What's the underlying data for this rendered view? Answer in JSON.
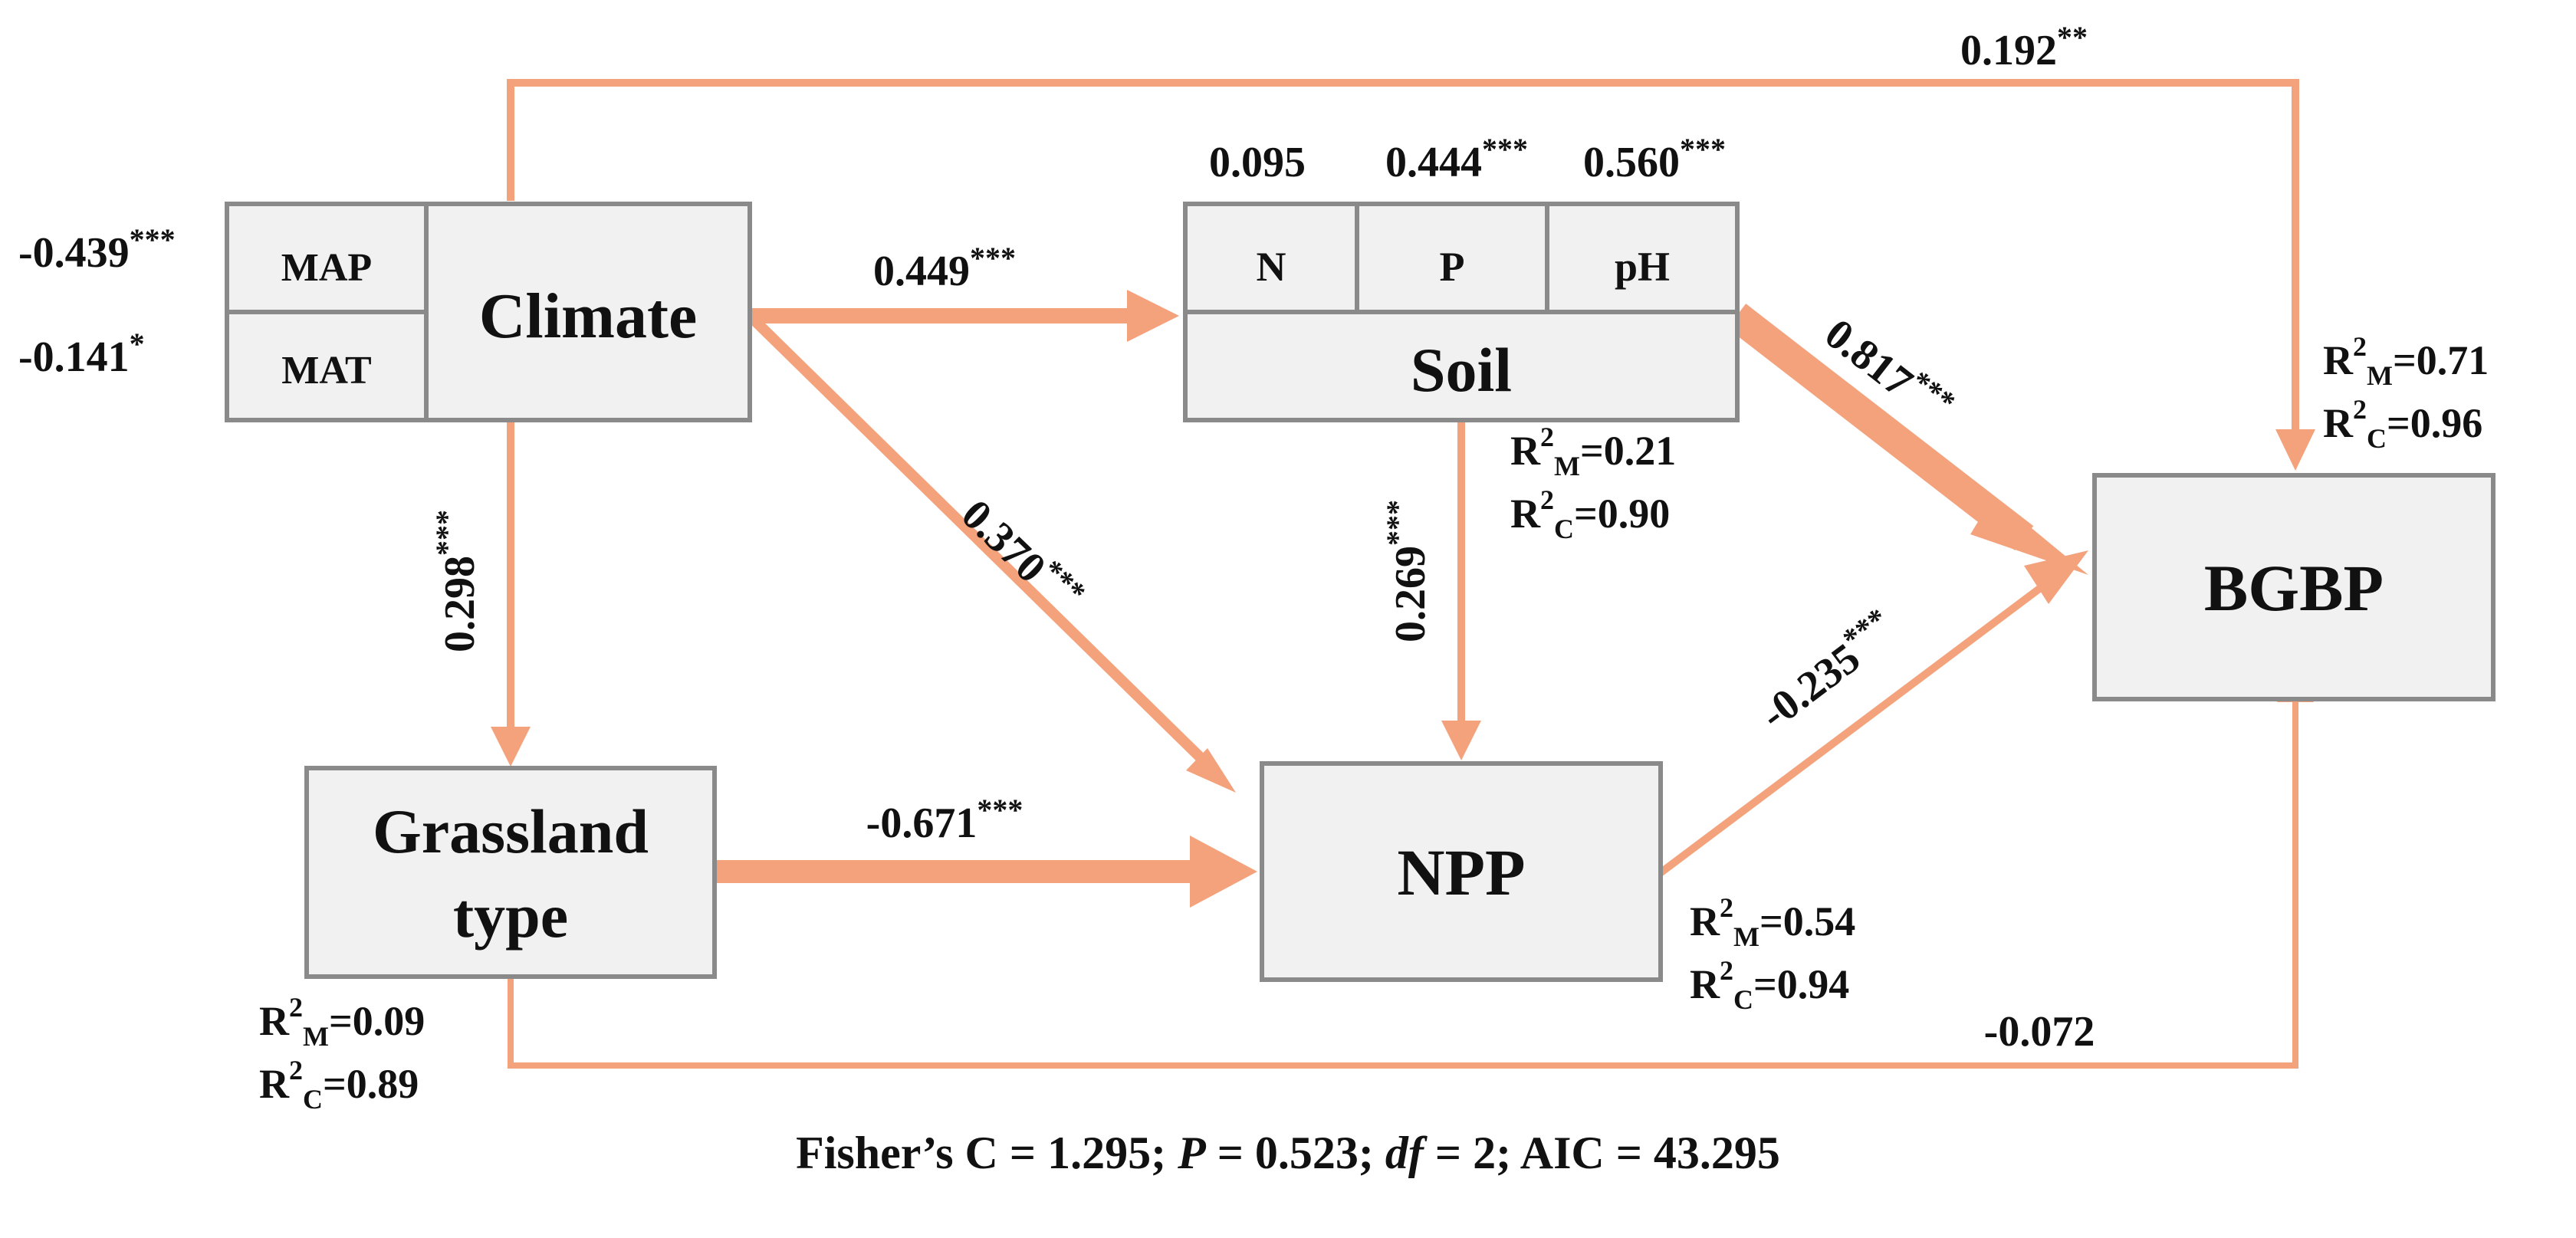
{
  "colors": {
    "arrow": "#f4a27c",
    "box_fill": "#f1f1f1",
    "box_stroke": "#8a8a8a",
    "text": "#111111"
  },
  "nodes": {
    "climate": {
      "label": "Climate",
      "sub": [
        "MAP",
        "MAT"
      ]
    },
    "soil": {
      "label": "Soil",
      "sub": [
        "N",
        "P",
        "pH"
      ]
    },
    "grassland": {
      "label_line1": "Grassland",
      "label_line2": "type"
    },
    "npp": {
      "label": "NPP"
    },
    "bgbp": {
      "label": "BGBP"
    }
  },
  "edges": [
    {
      "id": "climate-bgbp",
      "coef": "0.192",
      "sig": "**"
    },
    {
      "id": "climate-soil",
      "coef": "0.449",
      "sig": "***"
    },
    {
      "id": "climate-npp",
      "coef": "0.370",
      "sig": "***"
    },
    {
      "id": "climate-grassland",
      "coef": "0.298",
      "sig": "***"
    },
    {
      "id": "soil-npp",
      "coef": "0.269",
      "sig": "***"
    },
    {
      "id": "soil-bgbp",
      "coef": "0.817",
      "sig": "***"
    },
    {
      "id": "grassland-npp",
      "coef": "-0.671",
      "sig": "***"
    },
    {
      "id": "npp-bgbp",
      "coef": "-0.235",
      "sig": "***"
    },
    {
      "id": "grassland-bgbp",
      "coef": "-0.072",
      "sig": ""
    }
  ],
  "loadings": {
    "MAP": {
      "coef": "-0.439",
      "sig": "***"
    },
    "MAT": {
      "coef": "-0.141",
      "sig": "*"
    },
    "N": {
      "coef": "0.095",
      "sig": ""
    },
    "P": {
      "coef": "0.444",
      "sig": "***"
    },
    "pH": {
      "coef": "0.560",
      "sig": "***"
    }
  },
  "r2": {
    "soil": {
      "m": "0.21",
      "c": "0.90"
    },
    "bgbp": {
      "m": "0.71",
      "c": "0.96"
    },
    "npp": {
      "m": "0.54",
      "c": "0.94"
    },
    "grassland": {
      "m": "0.09",
      "c": "0.89"
    }
  },
  "r2_symbols": {
    "R": "R",
    "sup": "2",
    "sub_m": "M",
    "sub_c": "C",
    "eq": "="
  },
  "footer": {
    "fisher": "Fisher’s C = 1.295; ",
    "p_label": "P",
    "p_value": " = 0.523; ",
    "df_label": "df",
    "df_value": " = 2; AIC = 43.295"
  }
}
